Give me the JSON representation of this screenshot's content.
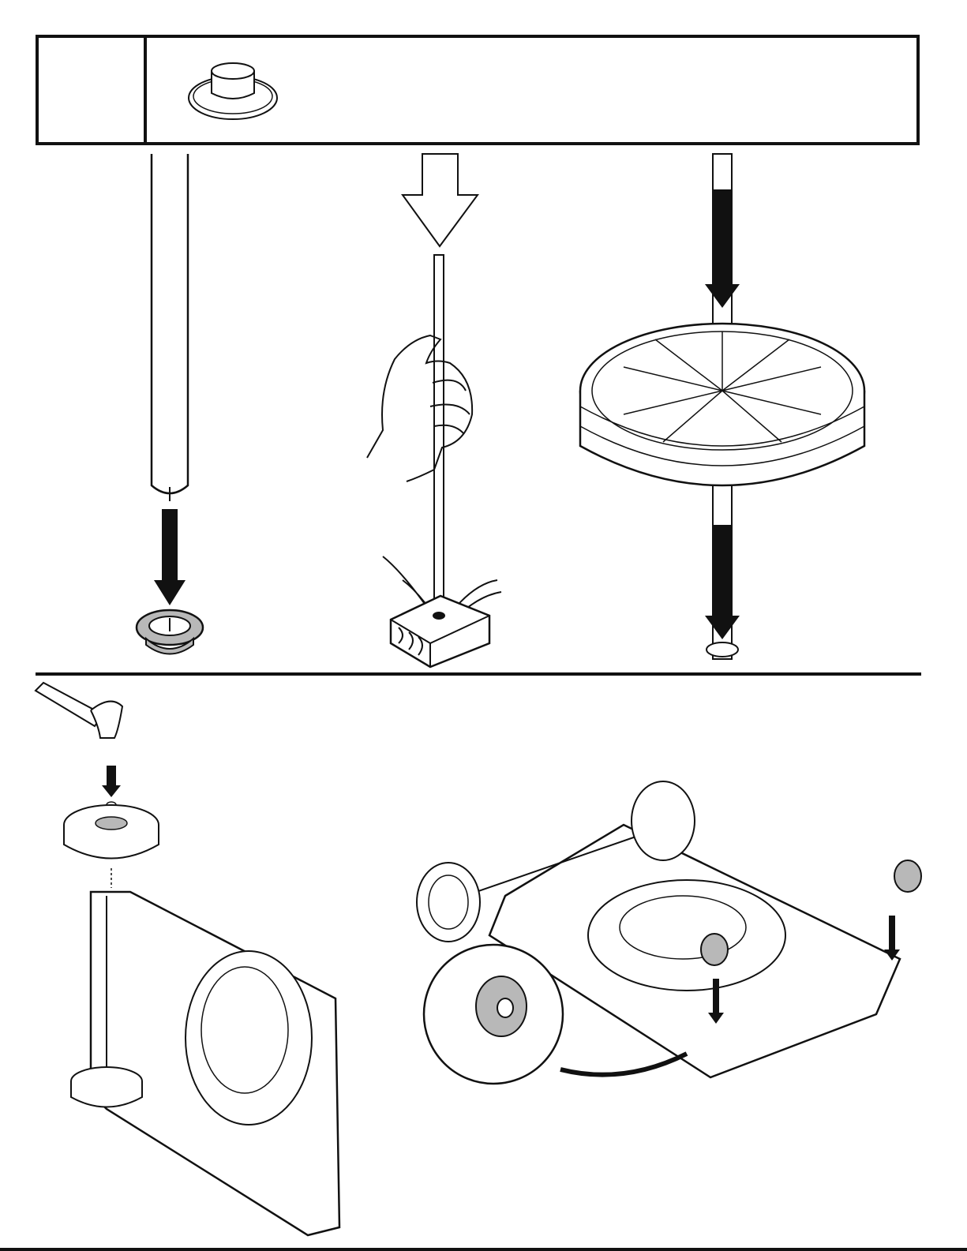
{
  "parts_box": {
    "part_icon": "push-cap-nut-icon",
    "label": ""
  },
  "steps": [
    {
      "name": "step-place-cap-nut",
      "icon": "axle-into-cap-nut-icon"
    },
    {
      "name": "step-tap-axle-on-wood",
      "icon": "hand-hammer-axle-wood-icon"
    },
    {
      "name": "step-slide-wheel-on-axle",
      "icon": "wheel-on-axle-icon"
    },
    {
      "name": "step-hammer-cap-onto-axle",
      "icon": "hammer-wheel-deck-icon"
    },
    {
      "name": "step-install-rear-wheels",
      "icon": "deck-rear-wheel-install-icon"
    }
  ],
  "colors": {
    "line": "#111111",
    "shade": "#b8b8b8",
    "fill": "#ffffff"
  }
}
